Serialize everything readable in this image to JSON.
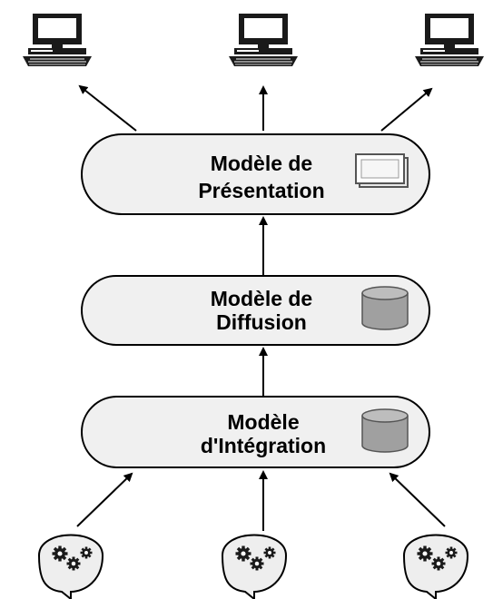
{
  "layers": {
    "presentation": {
      "line1": "Modèle de",
      "line2": "Présentation",
      "icon": "window-icon"
    },
    "diffusion": {
      "line1": "Modèle de",
      "line2": "Diffusion",
      "icon": "database-icon"
    },
    "integration": {
      "line1": "Modèle",
      "line2": "d'Intégration",
      "icon": "database-icon"
    }
  },
  "clients": [
    {
      "icon": "computer-terminal-icon"
    },
    {
      "icon": "computer-terminal-icon"
    },
    {
      "icon": "computer-terminal-icon"
    }
  ],
  "sources": [
    {
      "icon": "gears-icon"
    },
    {
      "icon": "gears-icon"
    },
    {
      "icon": "gears-icon"
    }
  ],
  "colors": {
    "layer_fill": "#f0f0f0",
    "stroke": "#000000",
    "db_fill": "#a0a0a0",
    "source_fill": "#eeeeee"
  }
}
